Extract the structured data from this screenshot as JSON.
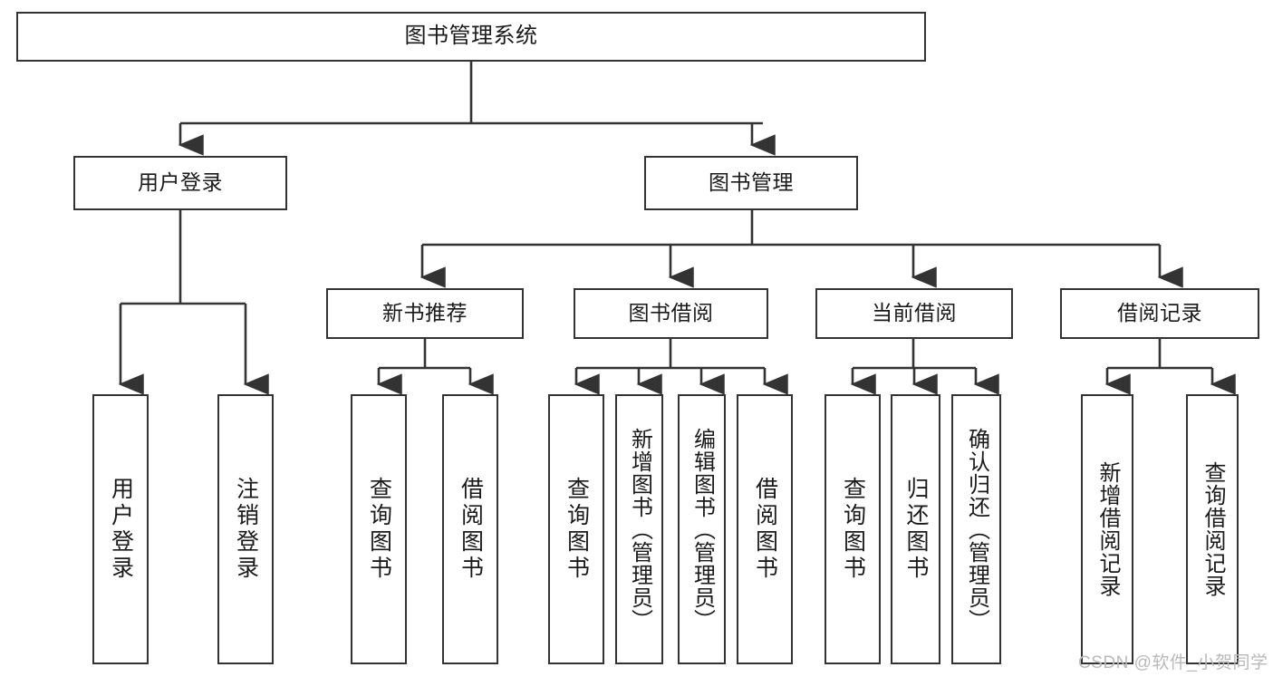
{
  "diagram": {
    "title": "图书管理系统",
    "type": "functional-structure-tree",
    "colors": {
      "stroke": "#333333",
      "fill": "#ffffff",
      "text": "#1a1a1a",
      "watermark": "#b9b9b9"
    },
    "root": {
      "label": "图书管理系统"
    },
    "level2": [
      {
        "id": "user-login",
        "label": "用户登录"
      },
      {
        "id": "book-management",
        "label": "图书管理"
      }
    ],
    "level3": [
      {
        "id": "new-book-recommend",
        "label": "新书推荐"
      },
      {
        "id": "book-borrow",
        "label": "图书借阅"
      },
      {
        "id": "current-borrow",
        "label": "当前借阅"
      },
      {
        "id": "borrow-record",
        "label": "借阅记录"
      }
    ],
    "leaves": {
      "user_login": [
        {
          "id": "leaf-user-login",
          "label": "用户登录"
        },
        {
          "id": "leaf-user-logout",
          "label": "注销登录"
        }
      ],
      "new_book_recommend": [
        {
          "id": "leaf-query-book-1",
          "label": "查询图书"
        },
        {
          "id": "leaf-borrow-book-1",
          "label": "借阅图书"
        }
      ],
      "book_borrow": [
        {
          "id": "leaf-query-book-2",
          "label": "查询图书"
        },
        {
          "id": "leaf-add-book",
          "label": "新增图书（管理员）"
        },
        {
          "id": "leaf-edit-book",
          "label": "编辑图书（管理员）"
        },
        {
          "id": "leaf-borrow-book-2",
          "label": "借阅图书"
        }
      ],
      "current_borrow": [
        {
          "id": "leaf-query-book-3",
          "label": "查询图书"
        },
        {
          "id": "leaf-return-book",
          "label": "归还图书"
        },
        {
          "id": "leaf-confirm-return",
          "label": "确认归还（管理员）"
        }
      ],
      "borrow_record": [
        {
          "id": "leaf-add-record",
          "label": "新增借阅记录"
        },
        {
          "id": "leaf-query-record",
          "label": "查询借阅记录"
        }
      ]
    }
  },
  "watermark": {
    "text": "CSDN @软件_小贺同学"
  }
}
